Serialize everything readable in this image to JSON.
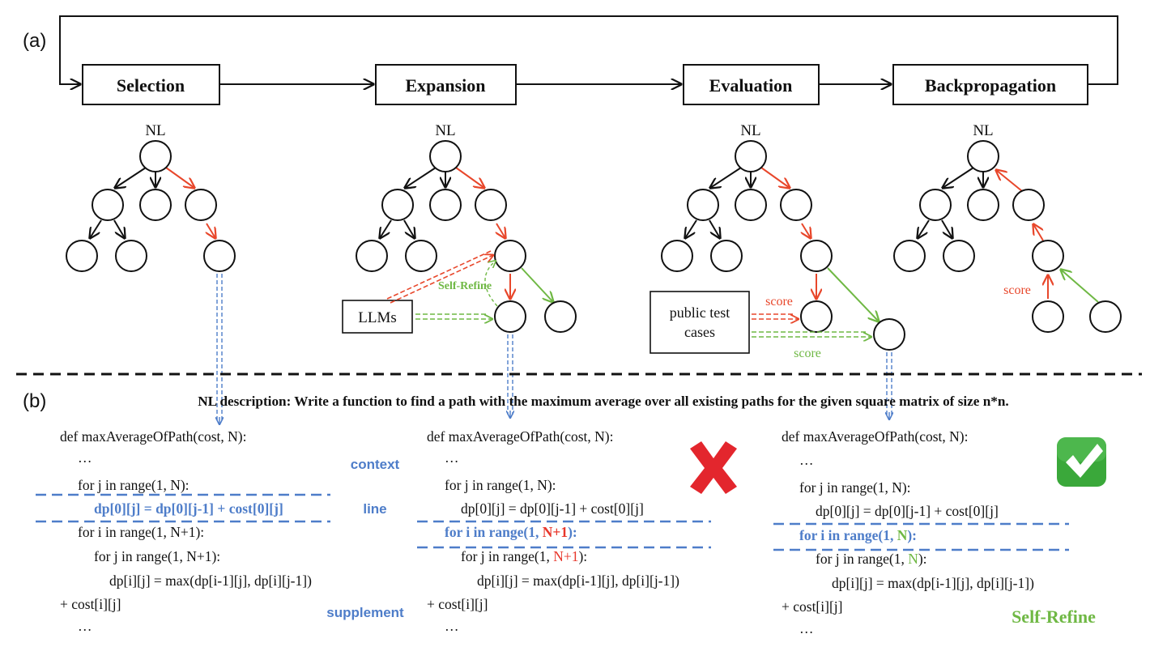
{
  "panel_a": {
    "label": "(a)",
    "stages": [
      {
        "id": "selection",
        "label": "Selection"
      },
      {
        "id": "expansion",
        "label": "Expansion"
      },
      {
        "id": "evaluation",
        "label": "Evaluation"
      },
      {
        "id": "backpropagation",
        "label": "Backpropagation"
      }
    ],
    "root_label": "NL",
    "llms_label": "LLMs",
    "self_refine_label": "Self-Refine",
    "test_box": {
      "line1": "public test",
      "line2": "cases"
    },
    "score_label": "score",
    "colors": {
      "red": "#e8472b",
      "green": "#6fb844",
      "blue": "#4e7dc9",
      "black": "#111111",
      "check_green": "#3aa83a"
    }
  },
  "panel_b": {
    "label": "(b)",
    "description": "NL description: Write a function to find a path with the maximum average over all existing paths for the given square matrix of size n*n.",
    "code1": {
      "l1": "def maxAverageOfPath(cost, N):",
      "l2": "…",
      "l3": "for j in range(1, N):",
      "l4": "dp[0][j] = dp[0][j-1] + cost[0][j]",
      "l5": "for i in range(1, N+1):",
      "l6": "for j in range(1, N+1):",
      "l7": "dp[i][j] = max(dp[i-1][j], dp[i][j-1])",
      "l8": "+ cost[i][j]",
      "l9": "…"
    },
    "annot_context": "context",
    "annot_line": "line",
    "annot_supplement": "supplement",
    "code2": {
      "l1": "def maxAverageOfPath(cost, N):",
      "l2": "…",
      "l3": "for j in range(1, N):",
      "l4": "dp[0][j] = dp[0][j-1] + cost[0][j]",
      "l5a": "for i in range(1, ",
      "l5b": "N+1",
      "l5c": "):",
      "l6a": "for j in range(1, ",
      "l6b": "N+1",
      "l6c": "):",
      "l7": "dp[i][j] = max(dp[i-1][j], dp[i][j-1])",
      "l8": "+ cost[i][j]",
      "l9": "…"
    },
    "code3": {
      "l1": "def maxAverageOfPath(cost, N):",
      "l2": "…",
      "l3": "for j in range(1, N):",
      "l4": "dp[0][j] = dp[0][j-1] + cost[0][j]",
      "l5a": "for i in range(1, ",
      "l5b": "N",
      "l5c": "):",
      "l6a": "for j in range(1, ",
      "l6b": "N",
      "l6c": "):",
      "l7": "dp[i][j] = max(dp[i-1][j], dp[i][j-1])",
      "l8": "+ cost[i][j]",
      "l9": "…"
    },
    "self_refine_label": "Self-Refine",
    "wrong_icon": "cross-mark-icon",
    "right_icon": "check-mark-icon"
  }
}
